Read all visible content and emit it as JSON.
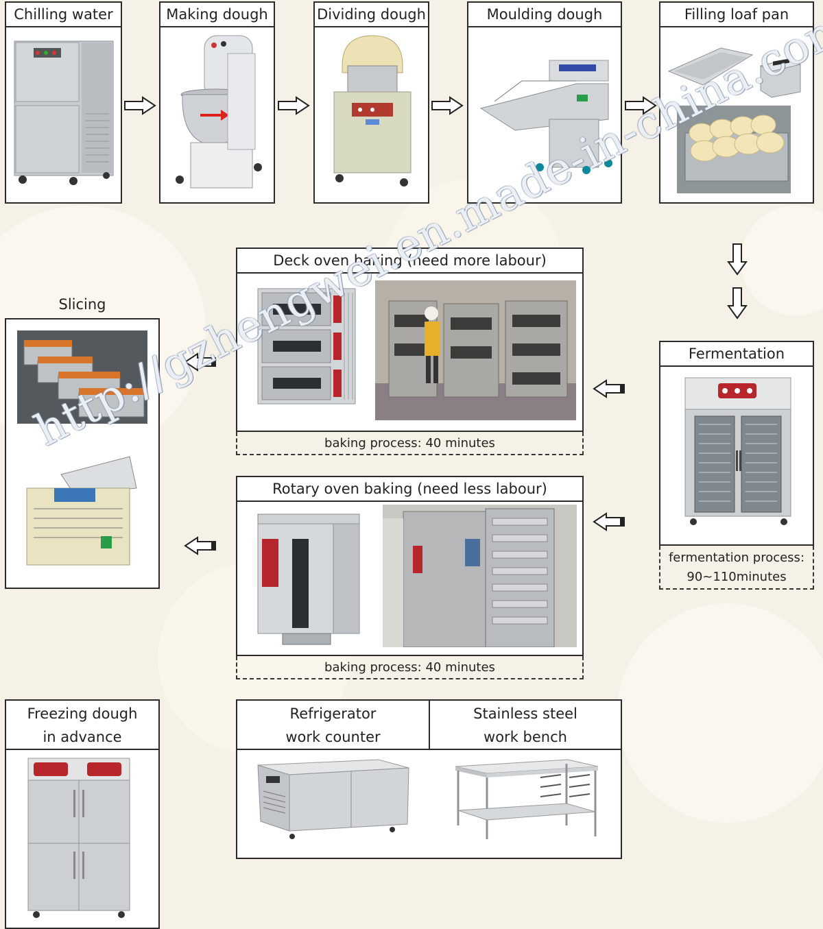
{
  "process": {
    "chilling_water": "Chilling water",
    "making_dough": "Making dough",
    "dividing_dough": "Dividing dough",
    "moulding_dough": "Moulding dough",
    "filling_loaf_pan": "Filling loaf pan",
    "fermentation": "Fermentation",
    "fermentation_note_line1": "fermentation process:",
    "fermentation_note_line2": "90~110minutes",
    "deck_oven": "Deck oven baking (need more labour)",
    "deck_note": "baking process: 40 minutes",
    "rotary_oven": "Rotary oven baking (need less labour)",
    "rotary_note": "baking process: 40 minutes",
    "slicing": "Slicing"
  },
  "extras": {
    "freezing_line1": "Freezing dough",
    "freezing_line2": "in advance",
    "refrigerator_line1": "Refrigerator",
    "refrigerator_line2": "work counter",
    "bench_line1": "Stainless steel",
    "bench_line2": "work bench"
  },
  "watermark": "http://gzhengwei.en.made-in-china.com/",
  "colors": {
    "steel": "#c9ccd0",
    "steel_dark": "#8e9398",
    "panel_red": "#b8262c",
    "bread": "#d9752a",
    "background": "#f6f1e6"
  }
}
